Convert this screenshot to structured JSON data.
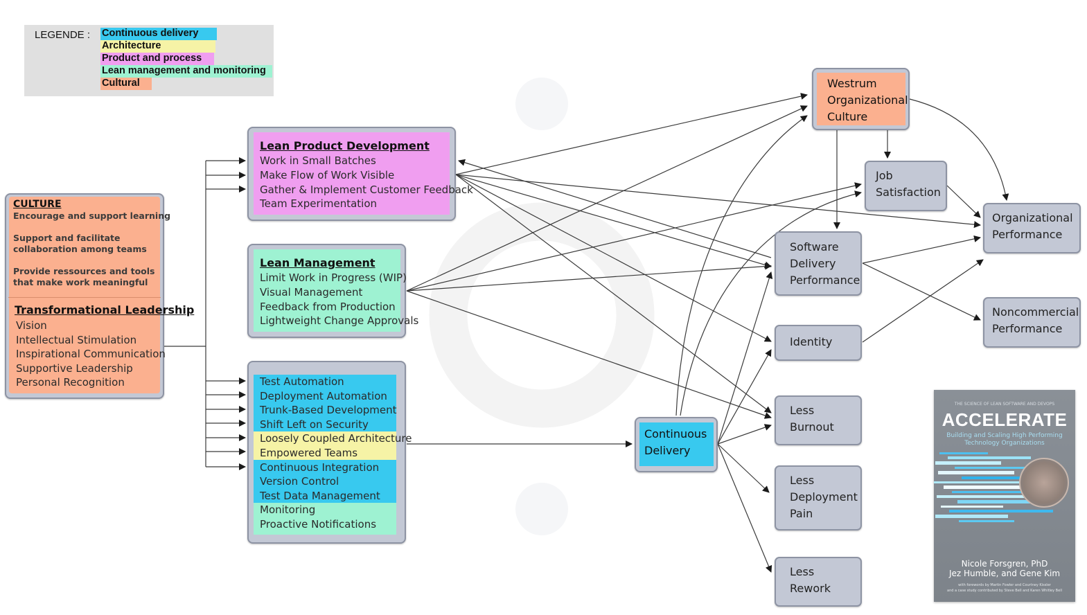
{
  "colors": {
    "continuous_delivery": "#38c9ef",
    "architecture": "#f6f3a6",
    "product_and_process": "#f09ef0",
    "lean_management": "#9ef2d2",
    "cultural": "#fbb08f",
    "node_fill": "#c3c8d5",
    "node_border": "#8d93a3"
  },
  "legend": {
    "title": "LEGENDE :",
    "items": [
      "Continuous delivery",
      "Architecture",
      "Product and process",
      "Lean management and monitoring",
      "Cultural"
    ]
  },
  "culture_box": {
    "heading": "CULTURE",
    "lines": [
      "Encourage and support learning",
      "Support and facilitate",
      "collaboration among teams",
      "Provide ressources and tools",
      "that make work meaningful"
    ],
    "leadership_heading": "Transformational Leadership",
    "leadership_items": [
      "Vision",
      "Intellectual Stimulation",
      "Inspirational Communication",
      "Supportive Leadership",
      "Personal Recognition"
    ]
  },
  "lean_product": {
    "heading": "Lean Product Development",
    "items": [
      "Work in Small Batches",
      "Make Flow of Work Visible",
      "Gather & Implement Customer Feedback",
      "Team Experimentation"
    ]
  },
  "lean_management": {
    "heading": "Lean Management",
    "items": [
      "Limit Work in Progress (WIP)",
      "Visual Management",
      "Feedback from Production",
      "Lightweight Change Approvals"
    ]
  },
  "technical_practices": {
    "cd_items_1": [
      "Test Automation",
      "Deployment Automation",
      "Trunk-Based Development",
      "Shift Left on Security"
    ],
    "architecture_items": [
      "Loosely Coupled Architecture",
      "Empowered Teams"
    ],
    "cd_items_2": [
      "Continuous Integration",
      "Version Control",
      "Test Data Management"
    ],
    "monitoring_items": [
      "Monitoring",
      "Proactive Notifications"
    ]
  },
  "nodes": {
    "westrum": [
      "Westrum",
      "Organizational",
      "Culture"
    ],
    "job_satisfaction": [
      "Job",
      "Satisfaction"
    ],
    "org_performance": [
      "Organizational",
      "Performance"
    ],
    "software_delivery": [
      "Software",
      "Delivery",
      "Performance"
    ],
    "noncommercial": [
      "Noncommercial",
      "Performance"
    ],
    "identity": [
      "Identity"
    ],
    "less_burnout": [
      "Less",
      "Burnout"
    ],
    "continuous_delivery": [
      "Continuous",
      "Delivery"
    ],
    "less_deployment_pain": [
      "Less",
      "Deployment",
      "Pain"
    ],
    "less_rework": [
      "Less",
      "Rework"
    ]
  },
  "book": {
    "series": "THE SCIENCE OF LEAN SOFTWARE AND DEVOPS",
    "title": "ACCELERATE",
    "subtitle_1": "Building and Scaling High Performing",
    "subtitle_2": "Technology Organizations",
    "authors_1": "Nicole Forsgren, PhD",
    "authors_2": "Jez Humble, and Gene Kim",
    "foreword_1": "with forewords by Martin Fowler and Courtney Kissler",
    "foreword_2": "and a case study contributed by Steve Bell and Karen Whitley Bell"
  }
}
